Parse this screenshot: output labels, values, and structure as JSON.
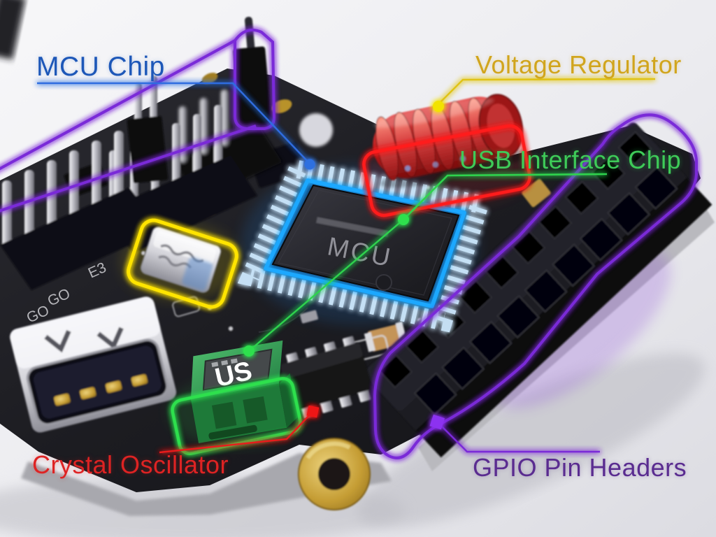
{
  "annotations": {
    "mcu_chip": {
      "label": "MCU Chip",
      "color": "#1d57b8"
    },
    "voltage_regulator": {
      "label": "Voltage Regulator",
      "color": "#d1a51d"
    },
    "usb_interface_chip": {
      "label": "USB Interface Chip",
      "color": "#3ecb58"
    },
    "crystal_oscillator": {
      "label": "Crystal Oscillator",
      "color": "#de2323"
    },
    "gpio_pin_headers": {
      "label": "GPIO Pin Headers",
      "color": "#5a2c90"
    }
  },
  "component_markings": {
    "mcu_text": "MCU",
    "usb_module_text": "US",
    "silkscreen_1": "E3",
    "silkscreen_2": "GO",
    "silkscreen_3": "GO"
  },
  "highlight_colors": {
    "mcu_outline": "#1da8ff",
    "voltage_regulator_outline": "#ff1e1e",
    "usb_chip_outline": "#2ee04e",
    "crystal_outline": "#ffe400",
    "gpio_outline": "#7a2bd8"
  }
}
